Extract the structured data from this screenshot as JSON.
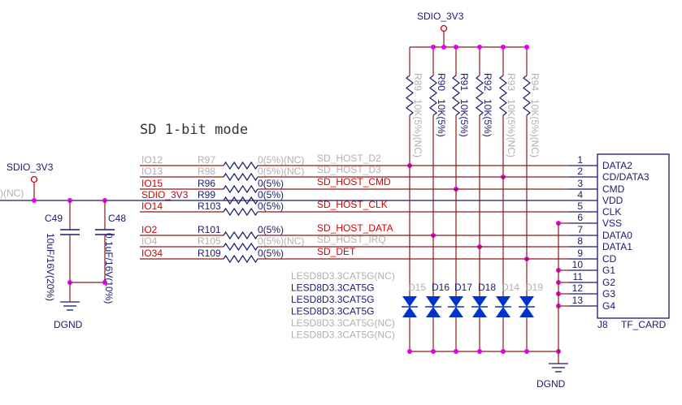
{
  "title": "SD 1-bit mode",
  "colors": {
    "wire": "#8b1a1a",
    "wire_dark": "#1a1a6e",
    "red": "#d40000",
    "grey": "#b0b0b0",
    "navy": "#1a1a6e",
    "junction": "#e600e6",
    "diode": "#0033cc"
  },
  "power": {
    "left": "SDIO_3V3",
    "top": "SDIO_3V3",
    "nc_fragment": ")(NC)"
  },
  "ground": {
    "left": "DGND",
    "right": "DGND"
  },
  "caps": [
    {
      "ref": "C49",
      "value": "10uF/16V(20%)"
    },
    {
      "ref": "C48",
      "value": "0.1uF/16V(10%)"
    }
  ],
  "pullups": [
    {
      "ref": "R89",
      "value": "10K(5%)(NC)",
      "nc": true
    },
    {
      "ref": "R90",
      "value": "10K(5%)",
      "nc": false
    },
    {
      "ref": "R91",
      "value": "10K(5%)",
      "nc": false
    },
    {
      "ref": "R92",
      "value": "10K(5%)",
      "nc": false
    },
    {
      "ref": "R93",
      "value": "10K(5%)(NC)",
      "nc": true
    },
    {
      "ref": "R94",
      "value": "10K(5%)(NC)",
      "nc": true
    }
  ],
  "signals": [
    {
      "io": "IO12",
      "ref": "R97",
      "value": "0(5%)(NC)",
      "net": "SD_HOST_D2",
      "style": "grey"
    },
    {
      "io": "IO13",
      "ref": "R98",
      "value": "0(5%)(NC)",
      "net": "SD_HOST_D3",
      "style": "grey"
    },
    {
      "io": "IO15",
      "ref": "R96",
      "value": "0(5%)",
      "net": "SD_HOST_CMD",
      "style": "red"
    },
    {
      "io": "SDIO_3V3",
      "ref": "R99",
      "value": "0(5%)",
      "net": "",
      "style": "red"
    },
    {
      "io": "IO14",
      "ref": "R103",
      "value": "0(5%)",
      "net": "SD_HOST_CLK",
      "style": "red"
    },
    {
      "io": "IO2",
      "ref": "R101",
      "value": "0(5%)",
      "net": "SD_HOST_DATA",
      "style": "red"
    },
    {
      "io": "IO4",
      "ref": "R105",
      "value": "0(5%)(NC)",
      "net": "SD_HOST_IRQ",
      "style": "grey"
    },
    {
      "io": "IO34",
      "ref": "R109",
      "value": "0(5%)",
      "net": "SD_DET",
      "style": "red"
    }
  ],
  "diode_parts": [
    {
      "text": "LESD8D3.3CAT5G(NC)",
      "nc": true
    },
    {
      "text": "LESD8D3.3CAT5G",
      "nc": false
    },
    {
      "text": "LESD8D3.3CAT5G",
      "nc": false
    },
    {
      "text": "LESD8D3.3CAT5G",
      "nc": false
    },
    {
      "text": "LESD8D3.3CAT5G(NC)",
      "nc": true
    },
    {
      "text": "LESD8D3.3CAT5G(NC)",
      "nc": true
    }
  ],
  "diodes": [
    {
      "ref": "D15",
      "nc": true
    },
    {
      "ref": "D16",
      "nc": false
    },
    {
      "ref": "D17",
      "nc": false
    },
    {
      "ref": "D18",
      "nc": false
    },
    {
      "ref": "D14",
      "nc": true
    },
    {
      "ref": "D19",
      "nc": true
    }
  ],
  "connector": {
    "ref": "J8",
    "name": "TF_CARD",
    "pins": [
      {
        "num": "1",
        "name": "DATA2"
      },
      {
        "num": "2",
        "name": "CD/DATA3"
      },
      {
        "num": "3",
        "name": "CMD"
      },
      {
        "num": "4",
        "name": "VDD"
      },
      {
        "num": "5",
        "name": "CLK"
      },
      {
        "num": "6",
        "name": "VSS"
      },
      {
        "num": "7",
        "name": "DATA0"
      },
      {
        "num": "8",
        "name": "DATA1"
      },
      {
        "num": "9",
        "name": "CD"
      },
      {
        "num": "10",
        "name": "G1"
      },
      {
        "num": "11",
        "name": "G2"
      },
      {
        "num": "12",
        "name": "G3"
      },
      {
        "num": "13",
        "name": "G4"
      }
    ]
  }
}
